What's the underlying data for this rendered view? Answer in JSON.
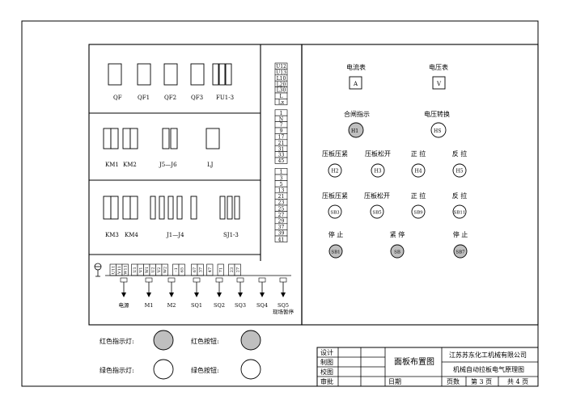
{
  "panel_row1": [
    "QF",
    "QF1",
    "QF2",
    "QF3",
    "FU1-3"
  ],
  "panel_row2": [
    "KM1",
    "KM2",
    "J5—J6",
    "LJ"
  ],
  "panel_row3": [
    "KM3",
    "KM4",
    "J1—J4",
    "SJ1-3"
  ],
  "terminal_top": [
    "U12",
    "U13",
    "L10",
    "L20",
    "L30",
    "L",
    "Lx"
  ],
  "terminal_mid": [
    "1",
    "N",
    "7",
    "9",
    "17",
    "21",
    "31",
    "33",
    "45"
  ],
  "terminal_bot": [
    "1",
    "3",
    "5",
    "13",
    "21",
    "23",
    "25",
    "27",
    "29",
    "37",
    "39",
    "41"
  ],
  "bottom_terminals": [
    "U11",
    "V11",
    "W11",
    "U1",
    "V1",
    "W1",
    "U2",
    "V2",
    "W2",
    "–1",
    "65",
    "67",
    "37",
    "47",
    "71",
    "23",
    "27"
  ],
  "motor_labels": [
    "电源",
    "M1",
    "M2",
    "SQ1",
    "SQ2",
    "SQ3",
    "SQ4",
    "SQ5"
  ],
  "motor_sub": "现场暂停",
  "meters": [
    {
      "title": "电流表",
      "sym": "A"
    },
    {
      "title": "电压表",
      "sym": "V"
    }
  ],
  "indicators": [
    {
      "title": "合闸指示",
      "sym": "H1"
    },
    {
      "title": "电压转换",
      "sym": "HS"
    }
  ],
  "row_h_titles": [
    "压板压紧",
    "压板松开",
    "正 拉",
    "反 拉"
  ],
  "row_h_syms": [
    "H2",
    "H3",
    "H4",
    "H5"
  ],
  "row_sb_titles": [
    "压板压紧",
    "压板松开",
    "正 拉",
    "反 拉"
  ],
  "row_sb_syms": [
    "SB3",
    "SB5",
    "SB9",
    "SB11"
  ],
  "stop_titles": [
    "停 止",
    "紧 停",
    "停 止"
  ],
  "stop_syms": [
    "SB1",
    "SB",
    "SB7"
  ],
  "legend": {
    "red_lamp": "红色指示灯:",
    "red_button": "红色按钮:",
    "green_lamp": "绿色指示灯:",
    "green_button": "绿色按钮:"
  },
  "title_block": {
    "roles": [
      "设计",
      "制图",
      "校图",
      "审批"
    ],
    "drawing_name": "面板布置图",
    "date_label": "日期",
    "company": "江苏苏东化工机械有限公司",
    "drawing_title": "机械自动拉板电气原理图",
    "pages_label": "页数",
    "page_no": "第 3 页",
    "total": "共 4 页"
  },
  "colors": {
    "lamp_red": "#bfbfbf",
    "lamp_green": "#ffffff"
  }
}
